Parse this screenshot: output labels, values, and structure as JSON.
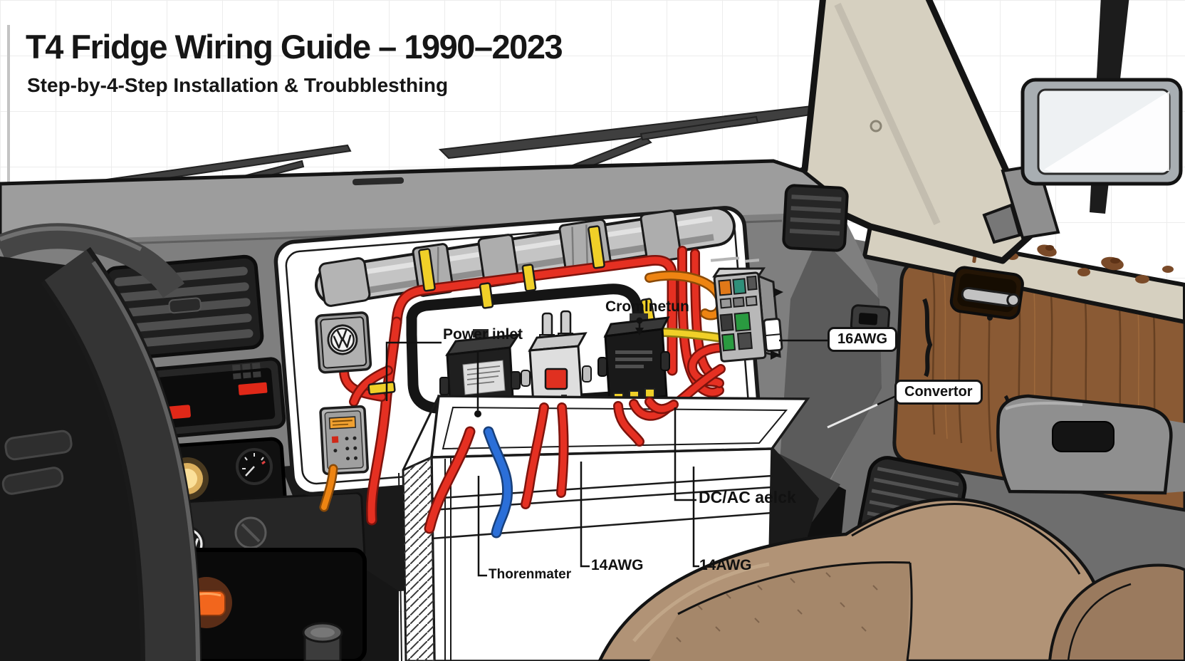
{
  "header": {
    "title": "T4 Fridge Wiring Guide – 1990–2023",
    "subtitle": "Step-by-4-Step Installation & Troubblesthing"
  },
  "callouts": {
    "power_inlet": "Power inlet",
    "distribution_box": "Cromlnetun",
    "wire_gauge_16": "16AWG",
    "convertor": "Convertor",
    "dc_ac_block": "DC/AC aelck",
    "wire_gauge_14_left": "14AWG",
    "wire_gauge_14_right": "14AWG",
    "thermostat": "Thorenmater"
  },
  "icons": {
    "vw_logo": "VW"
  },
  "colors": {
    "wire_red": "#e53022",
    "wire_blue": "#2b6fd8",
    "wire_orange": "#ee8412",
    "clamp_yellow": "#f0d028",
    "wood_brown": "#8a5a34",
    "seat_tan": "#b19376",
    "pillar_beige": "#d6d0c0",
    "dash_gray": "#7f7f7f",
    "panel_white": "#ffffff",
    "loop_black": "#151515",
    "display_red": "#e02818",
    "amber_glow": "#f6c66a",
    "button_orange": "#f2661d"
  }
}
